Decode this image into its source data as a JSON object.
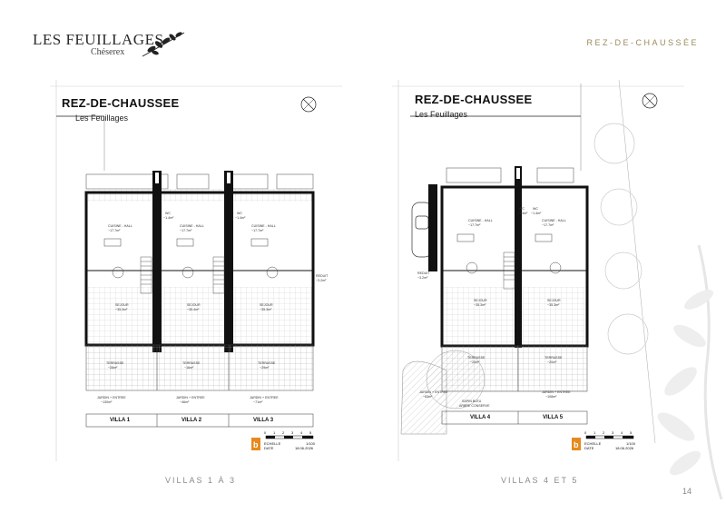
{
  "brand": {
    "title": "LES FEUILLAGES",
    "subtitle": "Chéserex"
  },
  "header": {
    "section": "REZ-DE-CHAUSSÉE"
  },
  "left_plan": {
    "title": "REZ-DE-CHAUSSEE",
    "subtitle": "Les Feuillages",
    "rooms": [
      "CUISINE - HALL",
      "CUISINE - HALL",
      "CUISINE - HALL",
      "SEJOUR",
      "SEJOUR",
      "SEJOUR",
      "TERRASSE",
      "TERRASSE",
      "TERRASSE",
      "JARDIN + ENTREE",
      "JARDIN + ENTREE",
      "JARDIN + ENTREE",
      "WC",
      "WC",
      "REDUIT"
    ],
    "areas": [
      "~17.7m²",
      "~17.7m²",
      "~17.7m²",
      "~35.3m²",
      "~35.4m²",
      "~35.3m²",
      "~28m²",
      "~16m²",
      "~29m²",
      "~130m²",
      "~46m²",
      "~71m²",
      "~1.4m²",
      "~1.4m²",
      "~3.2m²"
    ],
    "villas": [
      "VILLA 1",
      "VILLA 2",
      "VILLA 3"
    ],
    "scale_numbers": [
      "0",
      "1",
      "2",
      "3",
      "4",
      "5"
    ],
    "echelle_label": "ECHELLE",
    "echelle_value": "1/100",
    "date_label": "DATE",
    "date_value": "18.06.2026"
  },
  "right_plan": {
    "title": "REZ-DE-CHAUSSEE",
    "subtitle": "Les Feuillages",
    "rooms": [
      "CUISINE - HALL",
      "CUISINE - HALL",
      "SEJOUR",
      "SEJOUR",
      "TERRASSE",
      "TERRASSE",
      "JARDIN + ENTREE",
      "JARDIN + ENTREE",
      "WC",
      "WC",
      "REDUIT",
      "SAPIN BLEU",
      "ARBRE CONSERVE"
    ],
    "areas": [
      "~17.7m²",
      "~17.7m²",
      "~35.3m²",
      "~35.3m²",
      "~20m²",
      "~20m²",
      "~83m²",
      "~108m²",
      "~1.4m²",
      "~1.4m²",
      "~3.2m²"
    ],
    "villas": [
      "VILLA 4",
      "VILLA 5"
    ],
    "scale_numbers": [
      "0",
      "1",
      "2",
      "3",
      "4",
      "5"
    ],
    "echelle_label": "ECHELLE",
    "echelle_value": "1/100",
    "date_label": "DATE",
    "date_value": "18.06.2026"
  },
  "captions": {
    "left": "VILLAS 1 À 3",
    "right": "VILLAS 4 ET 5"
  },
  "page_number": "14",
  "colors": {
    "accent": "#9a8a5a",
    "logo_orange": "#e58a1f",
    "wall": "#111111"
  }
}
